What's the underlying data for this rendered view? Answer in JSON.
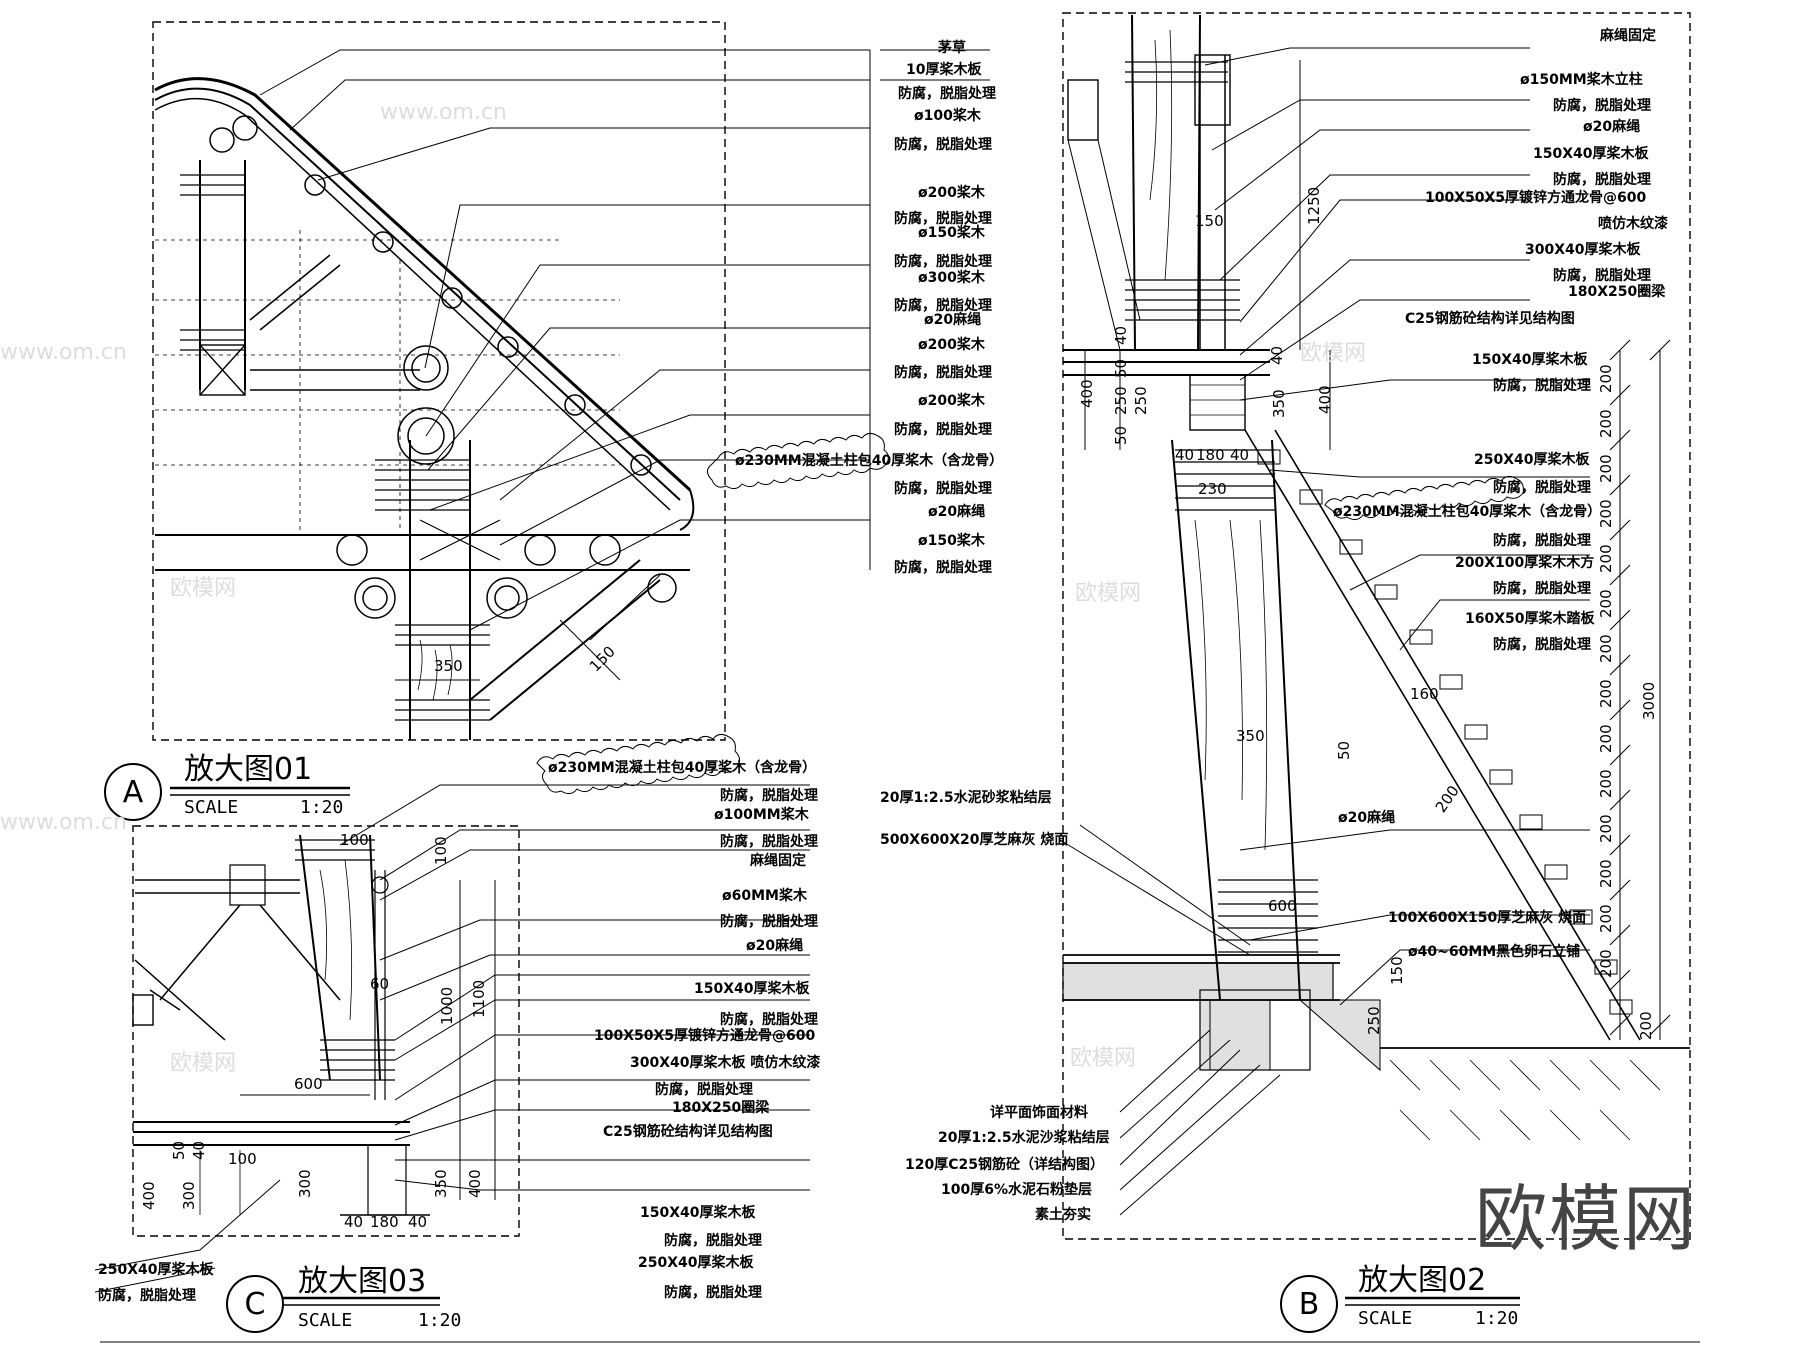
{
  "detail_a": {
    "marker": "A",
    "title": "放大图01",
    "scale_label": "SCALE",
    "scale_value": "1:20",
    "labels": [
      "茅草",
      "10厚桨木板",
      "防腐，脱脂处理",
      "ø100桨木",
      "防腐，脱脂处理",
      "ø200桨木",
      "防腐，脱脂处理",
      "ø150桨木",
      "防腐，脱脂处理",
      "ø300桨木",
      "防腐，脱脂处理",
      "ø20麻绳",
      "ø200桨木",
      "防腐，脱脂处理",
      "ø200桨木",
      "防腐，脱脂处理",
      "ø230MM混凝土柱包40厚桨木（含龙骨）",
      "防腐，脱脂处理",
      "ø20麻绳",
      "ø150桨木",
      "防腐，脱脂处理"
    ],
    "dims": [
      "350",
      "150"
    ]
  },
  "detail_b": {
    "marker": "B",
    "title": "放大图02",
    "scale_label": "SCALE",
    "scale_value": "1:20",
    "labels_right": [
      "麻绳固定",
      "ø150MM桨木立柱",
      "防腐，脱脂处理",
      "ø20麻绳",
      "150X40厚桨木板",
      "防腐，脱脂处理",
      "100X50X5厚镀锌方通龙骨@600",
      "喷仿木纹漆",
      "300X40厚桨木板",
      "防腐，脱脂处理",
      "180X250圈梁",
      "C25钢筋砼结构详见结构图",
      "150X40厚桨木板",
      "防腐，脱脂处理",
      "250X40厚桨木板",
      "防腐，脱脂处理",
      "ø230MM混凝土柱包40厚桨木（含龙骨）",
      "防腐，脱脂处理",
      "200X100厚桨木木方",
      "防腐，脱脂处理",
      "160X50厚桨木踏板",
      "防腐，脱脂处理"
    ],
    "labels_left": [
      "20厚1:2.5水泥砂浆粘结层",
      "500X600X20厚芝麻灰 烧面"
    ],
    "labels_mid": [
      "ø20麻绳",
      "100X600X150厚芝麻灰 烧面",
      "ø40~60MM黑色卵石立铺"
    ],
    "labels_bottom": [
      "详平面饰面材料",
      "20厚1:2.5水泥沙浆粘结层",
      "120厚C25钢筋砼（详结构图）",
      "100厚6%水泥石粉垫层",
      "素土夯实"
    ],
    "dims": [
      "150",
      "1250",
      "40",
      "50",
      "400",
      "250",
      "250",
      "50",
      "40",
      "350",
      "400",
      "40",
      "180",
      "40",
      "230",
      "350",
      "600",
      "160",
      "50",
      "200",
      "150",
      "250",
      "3000",
      "200",
      "200",
      "200",
      "200",
      "200",
      "200",
      "200",
      "200",
      "200",
      "200",
      "200",
      "200",
      "200",
      "200",
      "200"
    ]
  },
  "detail_c": {
    "marker": "C",
    "title": "放大图03",
    "scale_label": "SCALE",
    "scale_value": "1:20",
    "labels": [
      "ø230MM混凝土柱包40厚桨木（含龙骨）",
      "防腐，脱脂处理",
      "ø100MM桨木",
      "防腐，脱脂处理",
      "麻绳固定",
      "ø60MM桨木",
      "防腐，脱脂处理",
      "ø20麻绳",
      "150X40厚桨木板",
      "防腐，脱脂处理",
      "100X50X5厚镀锌方通龙骨@600",
      "300X40厚桨木板 喷仿木纹漆",
      "防腐，脱脂处理",
      "180X250圈梁",
      "C25钢筋砼结构详见结构图",
      "150X40厚桨木板",
      "防腐，脱脂处理",
      "250X40厚桨木板",
      "防腐，脱脂处理"
    ],
    "label_left": [
      "250X40厚桨木板",
      "防腐，脱脂处理"
    ],
    "dims": [
      "100",
      "100",
      "60",
      "1000",
      "1100",
      "600",
      "50",
      "40",
      "100",
      "400",
      "300",
      "300",
      "350",
      "400",
      "40",
      "180",
      "40"
    ]
  },
  "watermark": "欧模网",
  "watermark_small": "www.om.cn"
}
